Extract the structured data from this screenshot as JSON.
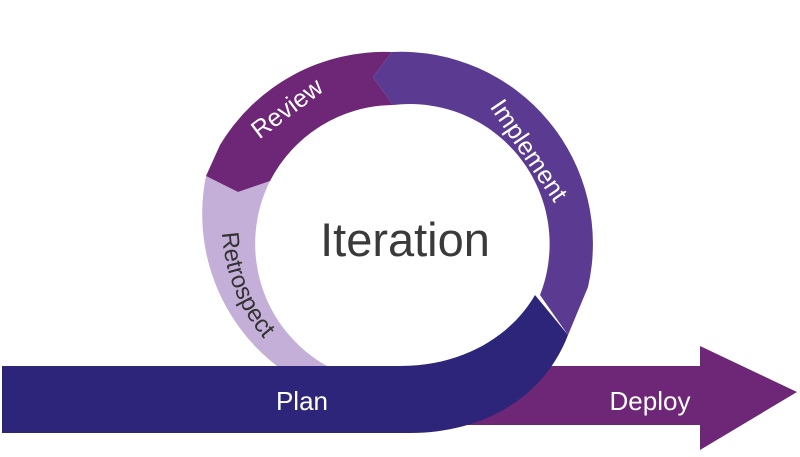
{
  "diagram": {
    "center_label": "Iteration",
    "stages": {
      "review": "Review",
      "implement": "Implement",
      "retrospect": "Retrospect",
      "plan": "Plan",
      "deploy": "Deploy"
    },
    "colors": {
      "review": "#6e2676",
      "implement": "#5b3a92",
      "retrospect": "#c4afd8",
      "plan": "#2c2579",
      "deploy": "#6e2676",
      "center_text": "#3a3a3a",
      "label_text": "#ffffff",
      "retrospect_text": "#333333"
    }
  }
}
